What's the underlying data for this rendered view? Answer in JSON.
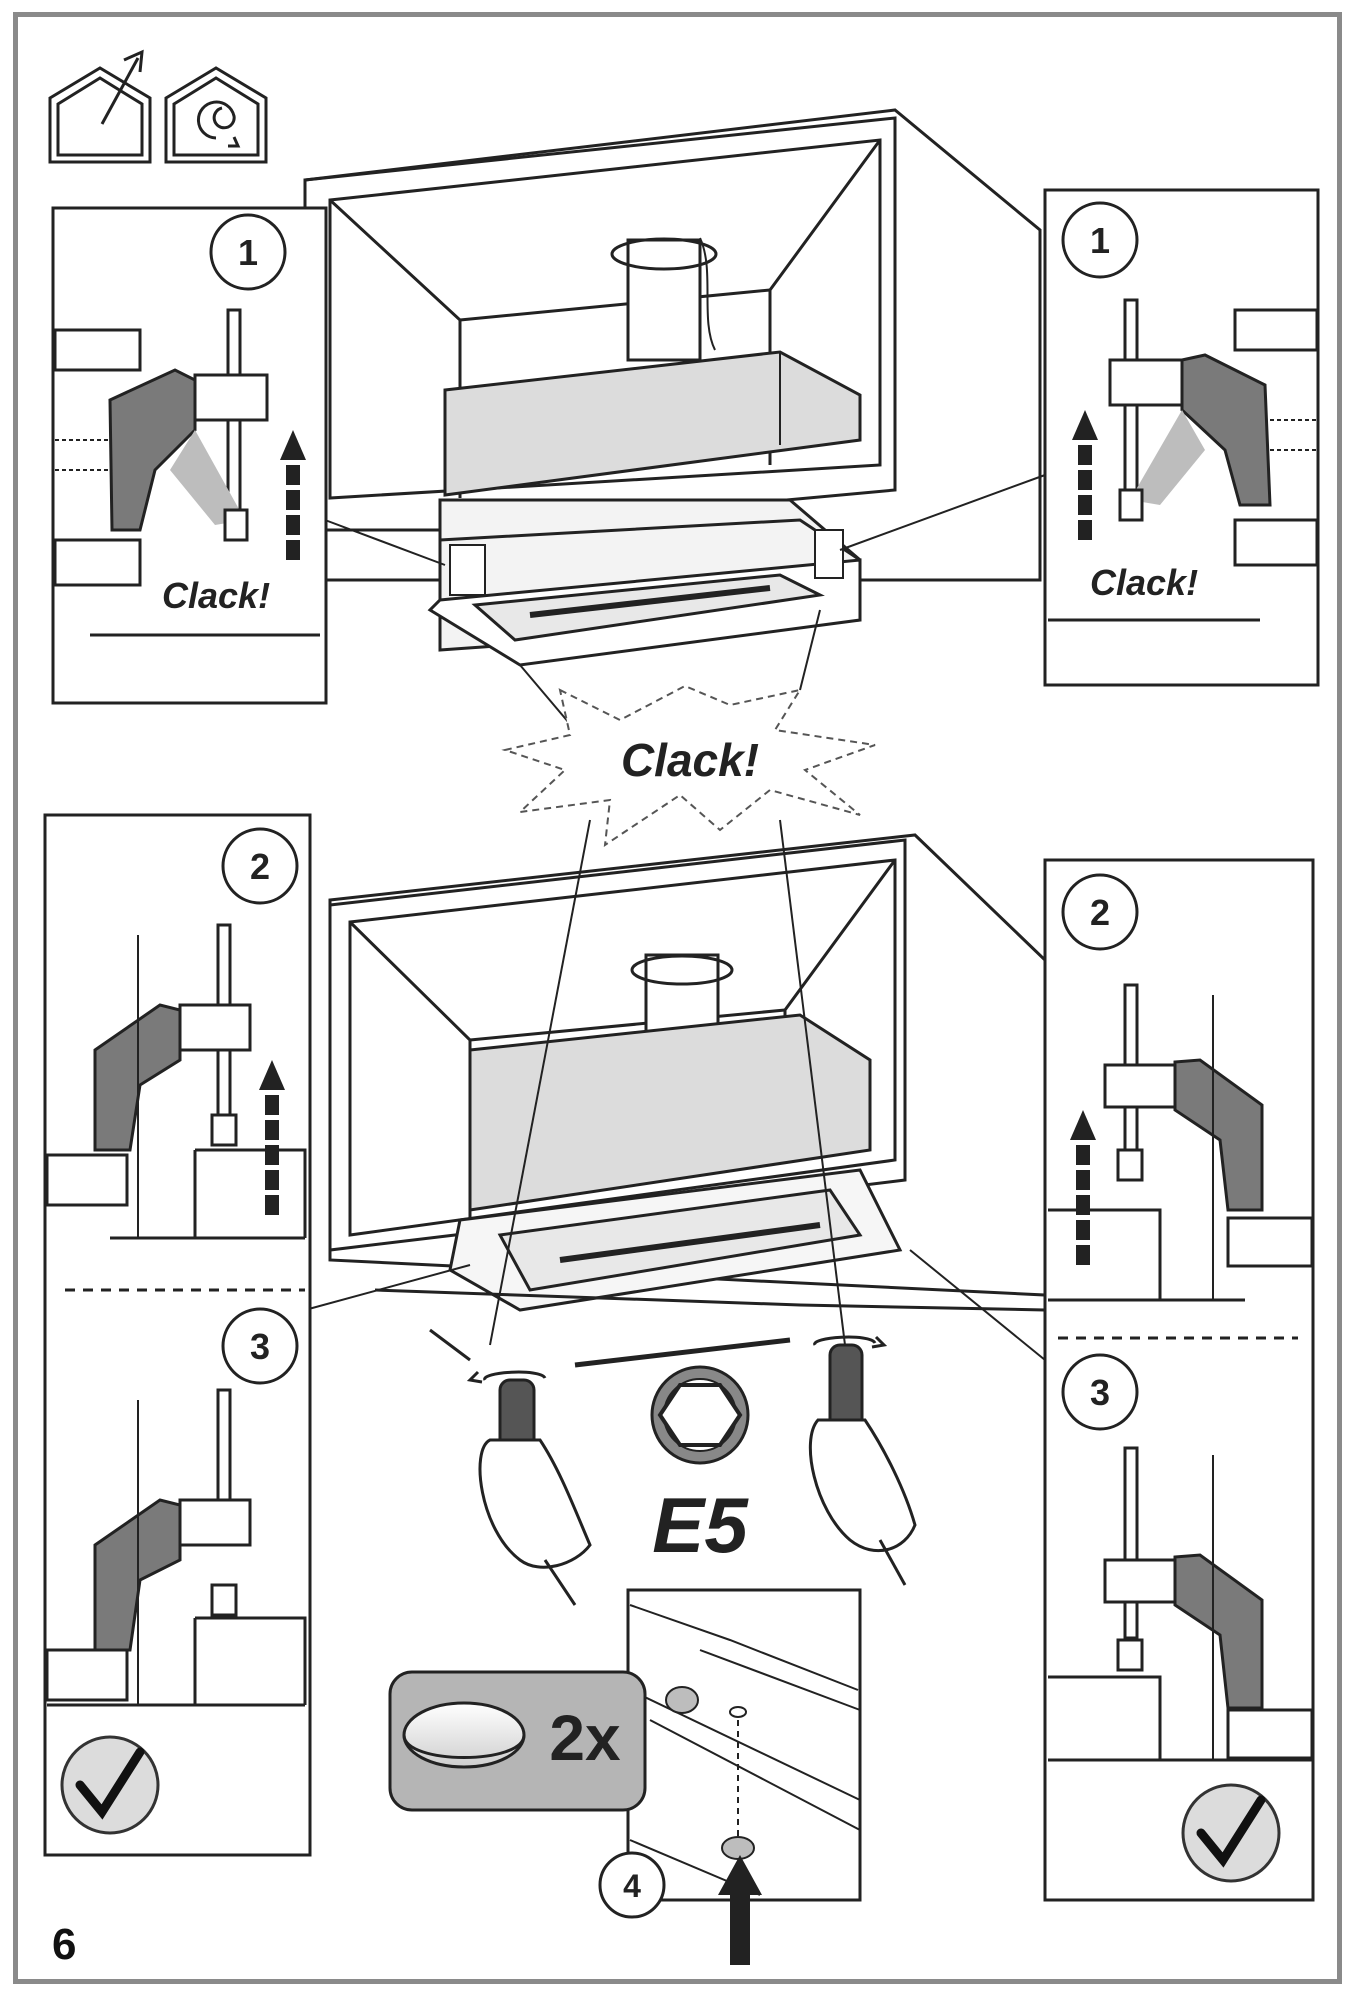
{
  "icons": {
    "ducted_mode": "house-exhaust-icon",
    "recirculating_mode": "house-recirculation-icon"
  },
  "steps": {
    "step1": "1",
    "step2": "2",
    "step3": "3",
    "step4": "4"
  },
  "labels": {
    "clack": "Clack!",
    "tool_code": "E5",
    "quantity": "2x"
  },
  "page_number": "6",
  "colors": {
    "bracket_gray": "#7a7a7a",
    "panel_gray": "#d4d4d4",
    "check_gray": "#dcdcdc",
    "frame_gray": "#8a8a8a"
  }
}
